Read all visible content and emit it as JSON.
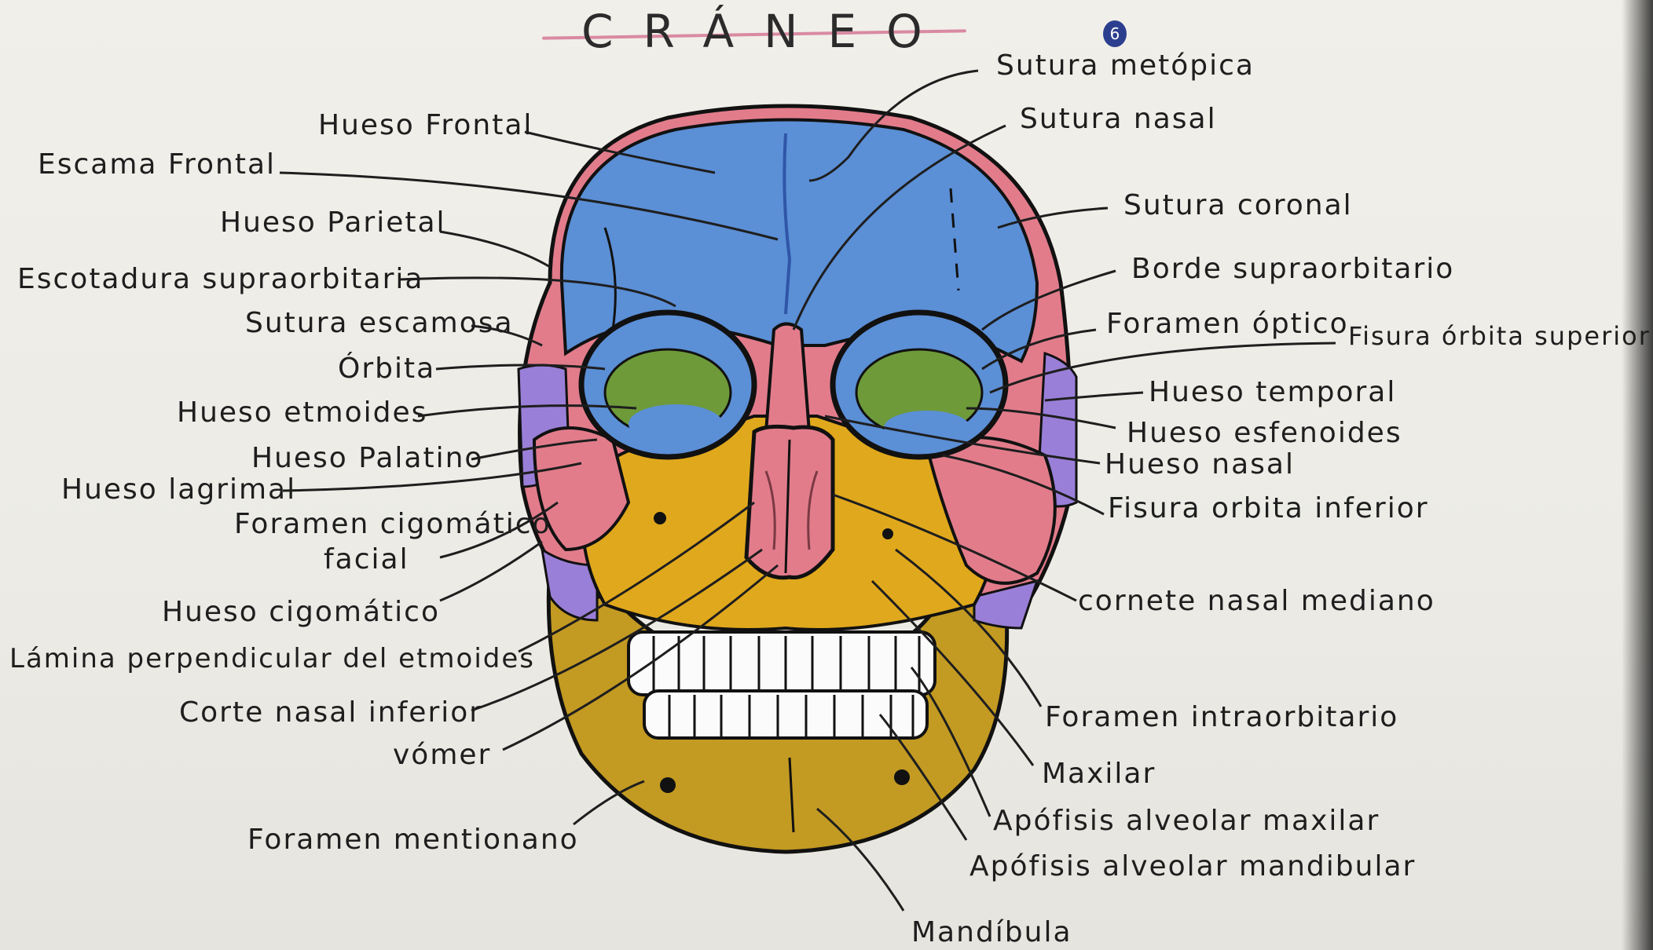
{
  "title": "CRÁNEO",
  "page_number": "6",
  "colors": {
    "frontal": "#5b8fd6",
    "parietal_temporal": "#e27c8b",
    "sphenoid": "#9a7fd8",
    "ethmoid_orbit": "#6e9a3a",
    "maxilla": "#e0a81c",
    "mandible": "#c39a22",
    "title_underline": "#d98aa3",
    "ink": "#1e1e1e"
  },
  "labels_left": [
    "Hueso Frontal",
    "Escama Frontal",
    "Hueso Parietal",
    "Escotadura supraorbitaria",
    "Sutura escamosa",
    "Órbita",
    "Hueso etmoides",
    "Hueso Palatino",
    "Hueso lagrimal",
    "Foramen cigomático",
    "facial",
    "Hueso cigomático",
    "Lámina perpendicular del etmoides",
    "Corte nasal inferior",
    "vómer",
    "Foramen mentionano"
  ],
  "labels_right": [
    "Sutura metópica",
    "Sutura nasal",
    "Sutura coronal",
    "Borde supraorbitario",
    "Foramen óptico",
    "Fisura órbita superior",
    "Hueso temporal",
    "Hueso esfenoides",
    "Hueso nasal",
    "Fisura orbita inferior",
    "cornete nasal mediano",
    "Foramen intraorbitario",
    "Maxilar",
    "Apófisis alveolar maxilar",
    "Apófisis alveolar mandibular",
    "Mandíbula"
  ]
}
